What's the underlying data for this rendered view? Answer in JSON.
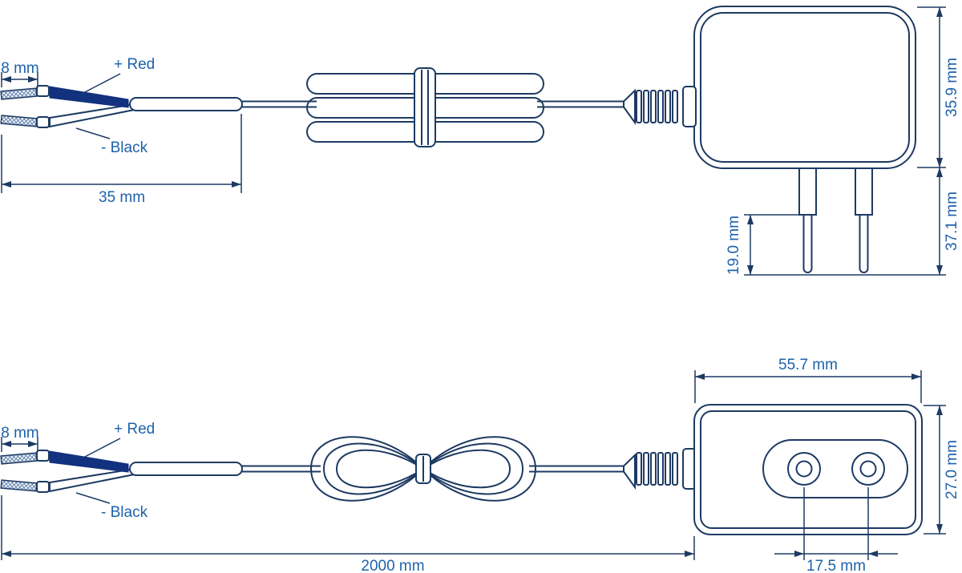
{
  "colors": {
    "line": "#1d3a63",
    "text": "#1e62ab",
    "wire_fill": "#12317e",
    "background": "#ffffff"
  },
  "side_view": {
    "strip_dim": "8 mm",
    "wire_pos": "+ Red",
    "wire_neg": "- Black",
    "lead_dim": "35 mm",
    "body_height_dim": "35.9 mm",
    "overall_depth_dim": "37.1 mm",
    "pin_length_dim": "19.0 mm"
  },
  "front_view": {
    "strip_dim": "8 mm",
    "wire_pos": "+ Red",
    "wire_neg": "- Black",
    "body_width_dim": "55.7 mm",
    "body_height_dim": "27.0 mm",
    "cable_length_dim": "2000 mm",
    "pin_pitch_dim": "17.5 mm"
  }
}
